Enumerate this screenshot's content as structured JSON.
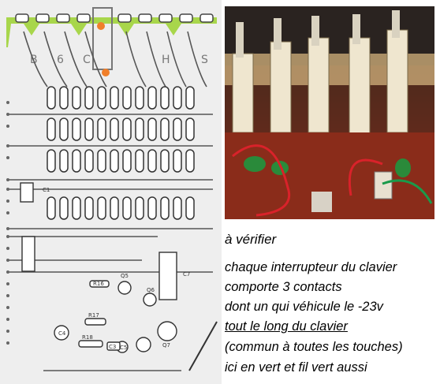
{
  "pcb": {
    "letters": [
      "B",
      "6",
      "C",
      "H",
      "S"
    ],
    "labels": [
      "C1",
      "C7",
      "R16",
      "R17",
      "R18",
      "C3",
      "C4",
      "C5",
      "Q5",
      "Q6",
      "Q7"
    ],
    "marker_colors": {
      "highlight": "#f07f2a",
      "trace": "#a8d64b"
    }
  },
  "photo": {
    "description_icon": "photo-image"
  },
  "note": {
    "title": "à vérifier",
    "lines": [
      "chaque interrupteur du clavier",
      "comporte 3 contacts",
      "dont un qui véhicule le -23v",
      "tout le long du clavier",
      "(commun à toutes les touches)",
      "ici en vert et fil vert aussi"
    ]
  }
}
